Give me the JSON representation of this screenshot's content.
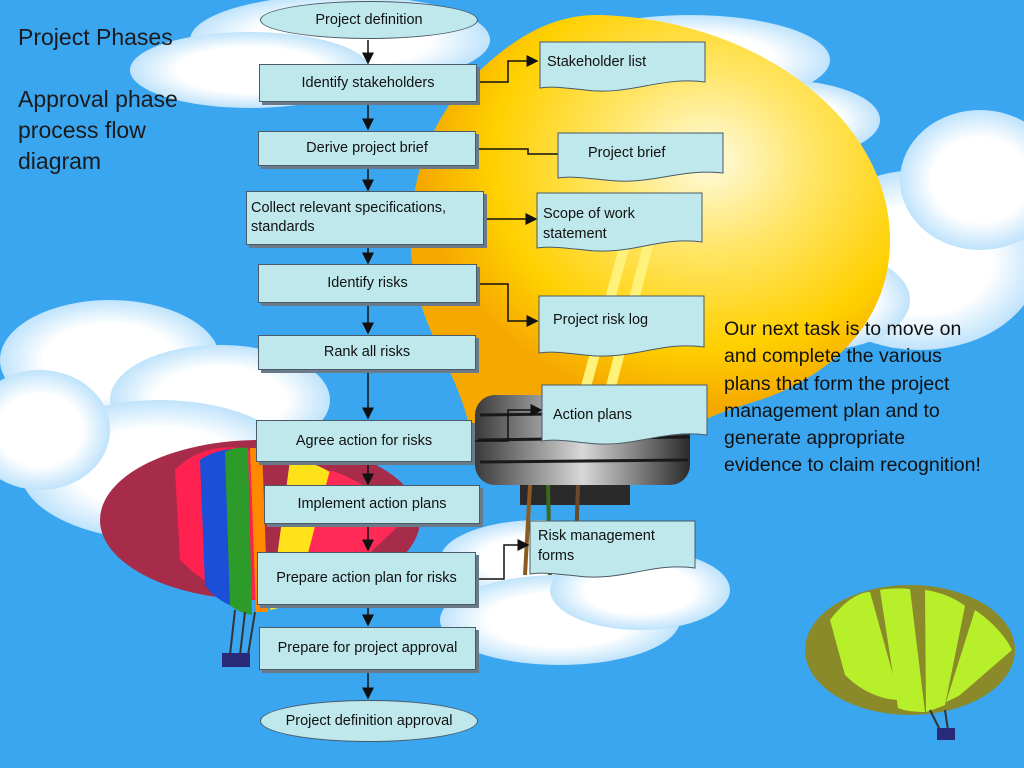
{
  "title": {
    "line1": "Project Phases",
    "line2": "Approval phase",
    "line3": "process flow",
    "line4": "diagram"
  },
  "description": "Our next task is to move on and complete the various plans that form the project management plan and to generate appropriate evidence to claim recognition!",
  "flow": {
    "start": "Project definition",
    "step1": "Identify stakeholders",
    "step2": "Derive project brief",
    "step3": "Collect relevant specifications, standards",
    "step4": "Identify risks",
    "step5": "Rank all risks",
    "step6": "Agree action for risks",
    "step7": "Implement action plans",
    "step8": "Prepare action plan for risks",
    "step9": "Prepare for project approval",
    "end": "Project definition approval"
  },
  "outputs": {
    "out1": "Stakeholder list",
    "out2": "Project brief",
    "out3": "Scope of work statement",
    "out4": "Project risk log",
    "out5": "Action plans",
    "out6": "Risk management forms"
  },
  "colors": {
    "sky": "#3aa6f0",
    "box_fill": "#bfe8ec",
    "bulb": "#ffd21a",
    "cloud": "#ffffff"
  }
}
